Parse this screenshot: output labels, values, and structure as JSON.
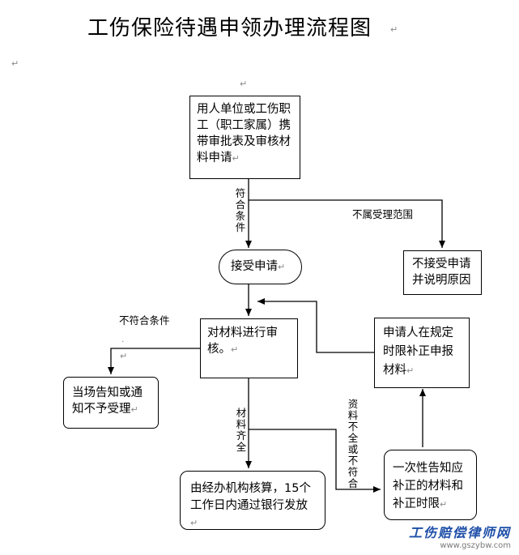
{
  "title": "工伤保险待遇申领办理流程图",
  "nodes": {
    "applicant": "用人单位或工伤职工（职工家属）携带审批表及审核材料申请",
    "accept": "接受申请",
    "reject": "不接受申请并说明原因",
    "review": "对材料进行审核。",
    "resubmit": "申请人在规定时限补正申报材料",
    "notify": "当场告知或通知不予受理",
    "pay": "由经办机构核算，15个工作日内通过银行发放",
    "onetime": "一次性告知应补正的材料和补正时限"
  },
  "edge_labels": {
    "qualified": "符合条件",
    "out_of_scope": "不属受理范围",
    "not_qualified": "不符合条件",
    "complete": "材料齐全",
    "incomplete": "资料不全或不符合"
  },
  "watermark": {
    "logo": "工伤赔偿律师网",
    "url": "www.gszybw.com"
  }
}
